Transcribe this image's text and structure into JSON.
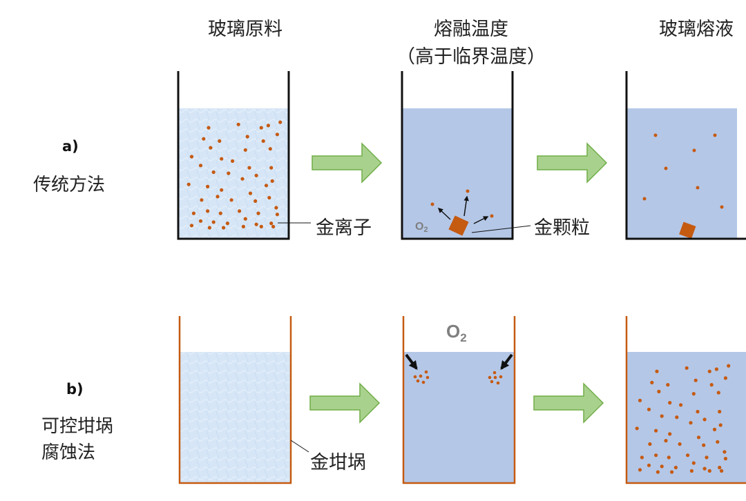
{
  "columns": {
    "raw": "玻璃原料",
    "melt": "熔融温度",
    "melt_sub": "（高于临界温度）",
    "liquid": "玻璃熔液"
  },
  "rows": {
    "a": {
      "label": "a)",
      "desc": "传统方法"
    },
    "b": {
      "label": "b)",
      "desc_line1": "可控坩埚",
      "desc_line2": "腐蚀法"
    }
  },
  "callouts": {
    "gold_ion": "金离子",
    "gold_particle": "金颗粒",
    "gold_crucible": "金坩埚"
  },
  "chem": {
    "o2_base": "O",
    "o2_sub": "2"
  },
  "colors": {
    "glass_raw": "#d6e6f7",
    "glass_melt": "#b4c7e7",
    "gold": "#c55a11",
    "crucible_gold_wall": "#c55a11",
    "crucible_black_wall": "#111111",
    "arrow_fill": "#a9d18e",
    "arrow_stroke": "#70ad47",
    "o2_text": "#7f7f7f"
  }
}
